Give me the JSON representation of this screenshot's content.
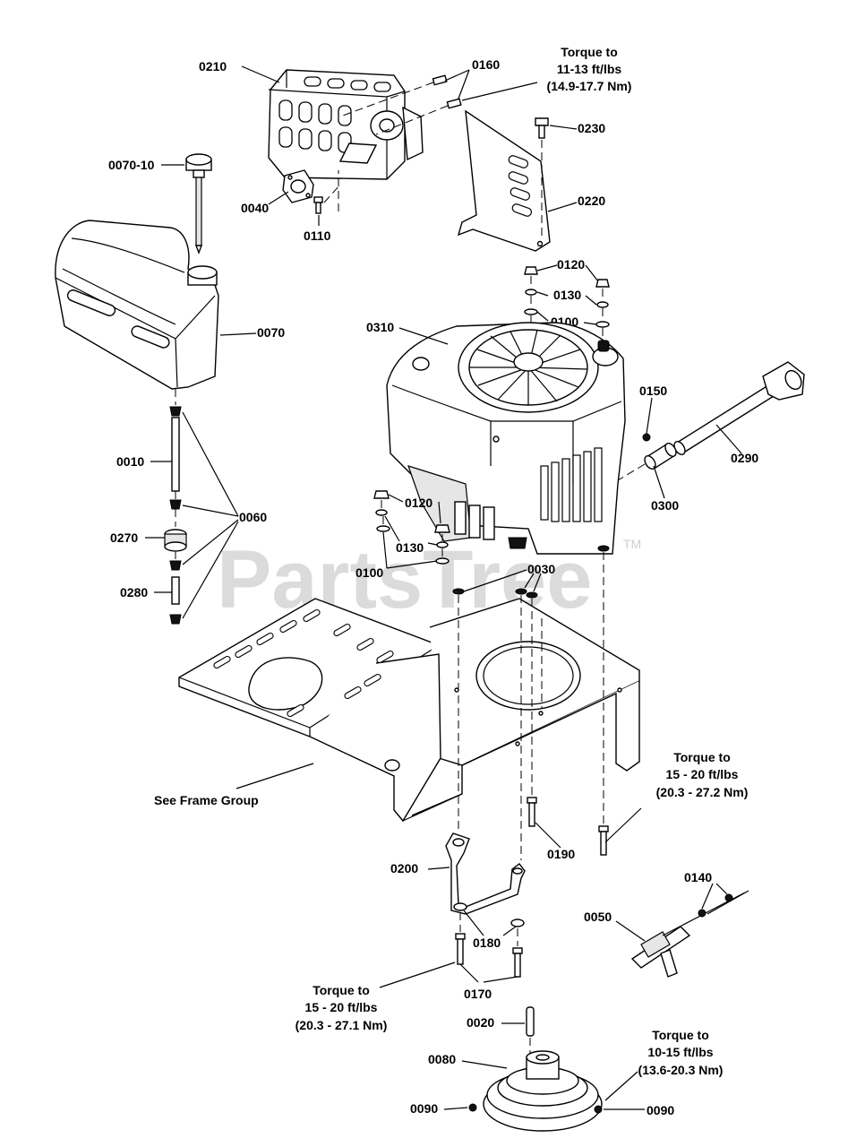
{
  "watermark": {
    "text": "PartsTree",
    "mark": "TM"
  },
  "labels": {
    "p0210": "0210",
    "p0160": "0160",
    "p0230": "0230",
    "p0220": "0220",
    "p0070_10": "0070-10",
    "p0040": "0040",
    "p0110": "0110",
    "p0070": "0070",
    "p0120a": "0120",
    "p0130a": "0130",
    "p0100a": "0100",
    "p0310": "0310",
    "p0150": "0150",
    "p0290": "0290",
    "p0300": "0300",
    "p0010": "0010",
    "p0060": "0060",
    "p0270": "0270",
    "p0280": "0280",
    "p0120b": "0120",
    "p0130b": "0130",
    "p0100b": "0100",
    "p0030": "0030",
    "p0190": "0190",
    "p0200": "0200",
    "p0180": "0180",
    "p0170": "0170",
    "p0140": "0140",
    "p0050": "0050",
    "p0020": "0020",
    "p0080": "0080",
    "p0090a": "0090",
    "p0090b": "0090",
    "see_frame": "See Frame Group"
  },
  "torque_notes": {
    "t1": [
      "Torque to",
      "11-13 ft/lbs",
      "(14.9-17.7 Nm)"
    ],
    "t2": [
      "Torque to",
      "15 - 20 ft/lbs",
      "(20.3 - 27.2 Nm)"
    ],
    "t3": [
      "Torque to",
      "15 - 20 ft/lbs",
      "(20.3 - 27.1 Nm)"
    ],
    "t4": [
      "Torque to",
      "10-15 ft/lbs",
      "(13.6-20.3 Nm)"
    ]
  }
}
